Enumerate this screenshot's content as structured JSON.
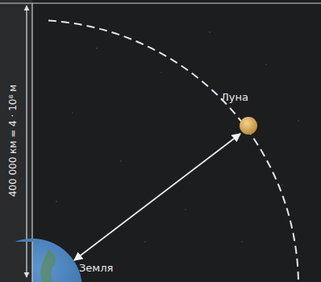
{
  "diagram": {
    "labels": [
      "400 000 км = 4 · 10⁸ м",
      "Луна",
      "Земля"
    ]
  }
}
